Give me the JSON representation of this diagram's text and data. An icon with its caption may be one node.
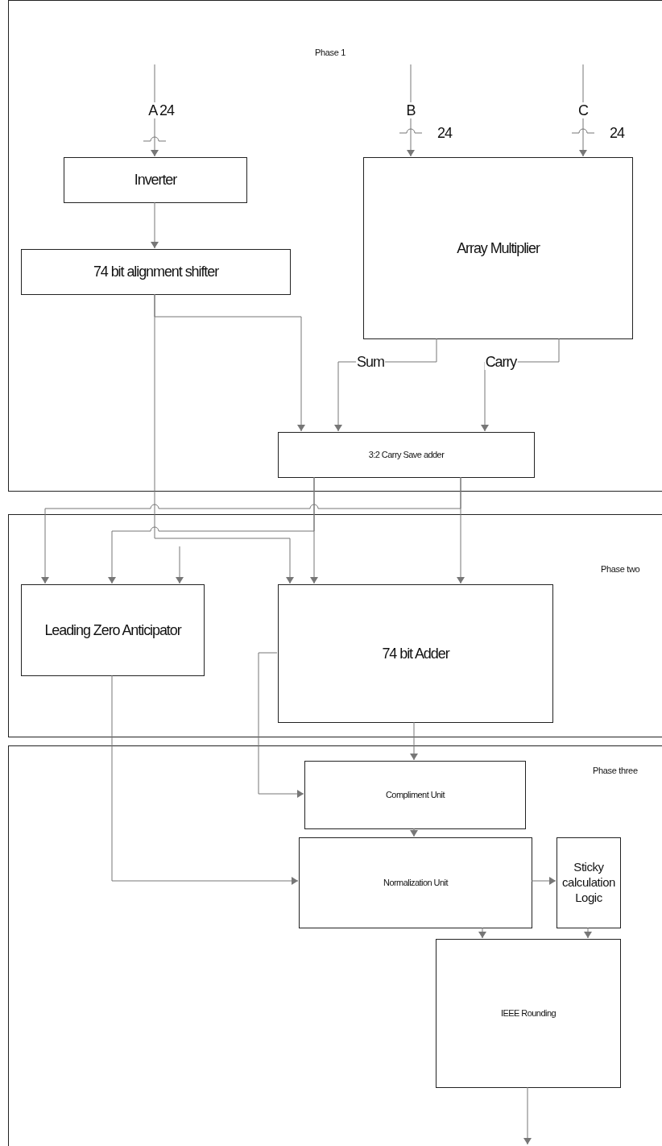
{
  "diagram": {
    "nodes": [
      {
        "text": [
          "Phase 1"
        ]
      },
      {
        "text": [
          "Inverter"
        ],
        "in": 0
      },
      {
        "text": [
          "74 bit alignment shifter"
        ],
        "in": 0
      },
      {
        "text": [
          "Array Multiplier"
        ],
        "in": 0
      },
      {
        "text": [
          "3:2 Carry Save adder"
        ],
        "in": 0
      },
      {
        "text": [
          "Phase two"
        ]
      },
      {
        "text": [
          "Leading Zero Anticipator"
        ],
        "in": 5
      },
      {
        "text": [
          "74 bit Adder"
        ],
        "in": 5
      },
      {
        "text": [
          "Phase three"
        ]
      },
      {
        "text": [
          "Compliment Unit"
        ],
        "in": 8
      },
      {
        "text": [
          "Normalization Unit"
        ],
        "in": 8
      },
      {
        "text": [
          "Sticky calculation Logic"
        ],
        "in": 8
      },
      {
        "text": [
          "IEEE Rounding"
        ],
        "in": 8
      }
    ],
    "edges": [
      {
        "from": null,
        "to": 1,
        "arrow": "to",
        "label": "A 24"
      },
      {
        "from": null,
        "to": 3,
        "arrow": "to",
        "label": "B"
      },
      {
        "from": null,
        "to": 3,
        "arrow": "to",
        "label": "C"
      },
      {
        "from": 1,
        "to": 2,
        "arrow": "to"
      },
      {
        "from": 2,
        "to": 4,
        "arrow": "to"
      },
      {
        "from": 3,
        "to": 4,
        "arrow": "to",
        "label": "Sum"
      },
      {
        "from": 3,
        "to": 4,
        "arrow": "to",
        "label": "Carry"
      },
      {
        "from": 2,
        "to": 7,
        "arrow": "to"
      },
      {
        "from": 4,
        "to": 7,
        "arrow": "to"
      },
      {
        "from": 4,
        "to": 7,
        "arrow": "to"
      },
      {
        "from": 4,
        "to": 6,
        "arrow": "to"
      },
      {
        "from": 4,
        "to": 6,
        "arrow": "to"
      },
      {
        "from": null,
        "to": 6,
        "arrow": "to"
      },
      {
        "from": 7,
        "to": 9,
        "arrow": "to"
      },
      {
        "from": 7,
        "to": 9,
        "arrow": "to"
      },
      {
        "from": 6,
        "to": 10,
        "arrow": "to"
      },
      {
        "from": 9,
        "to": 10,
        "arrow": "to"
      },
      {
        "from": 10,
        "to": 11,
        "arrow": "to"
      },
      {
        "from": 10,
        "to": 12,
        "arrow": "to"
      },
      {
        "from": 11,
        "to": 12,
        "arrow": "to"
      },
      {
        "from": 12,
        "to": null,
        "arrow": "to"
      }
    ],
    "labels": [
      "24",
      "24"
    ]
  }
}
